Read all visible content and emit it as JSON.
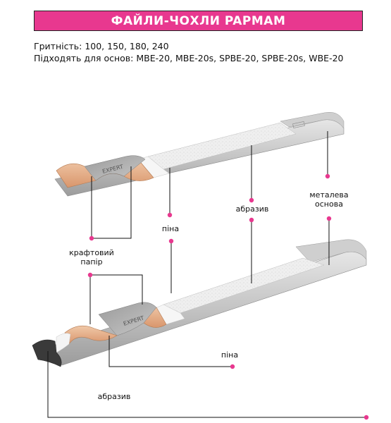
{
  "header": {
    "title": "ФАЙЛИ-ЧОХЛИ PAPMAM",
    "accent_color": "#e8388f"
  },
  "specs": {
    "grits": "Гритність: 100, 150, 180, 240",
    "bases": "Підходять для основ: MBE-20, MBE-20s, SPBE-20, SPBE-20s, WBE-20"
  },
  "labels": {
    "kraft_paper_line1": "крафтовий",
    "kraft_paper_line2": "папір",
    "foam_top": "піна",
    "abrasive_top": "абразив",
    "metal_base_line1": "металева",
    "metal_base_line2": "основа",
    "foam_bottom": "піна",
    "abrasive_bottom": "абразив"
  },
  "product_print": {
    "top": "EXPERT",
    "bottom": "EXPERT"
  }
}
